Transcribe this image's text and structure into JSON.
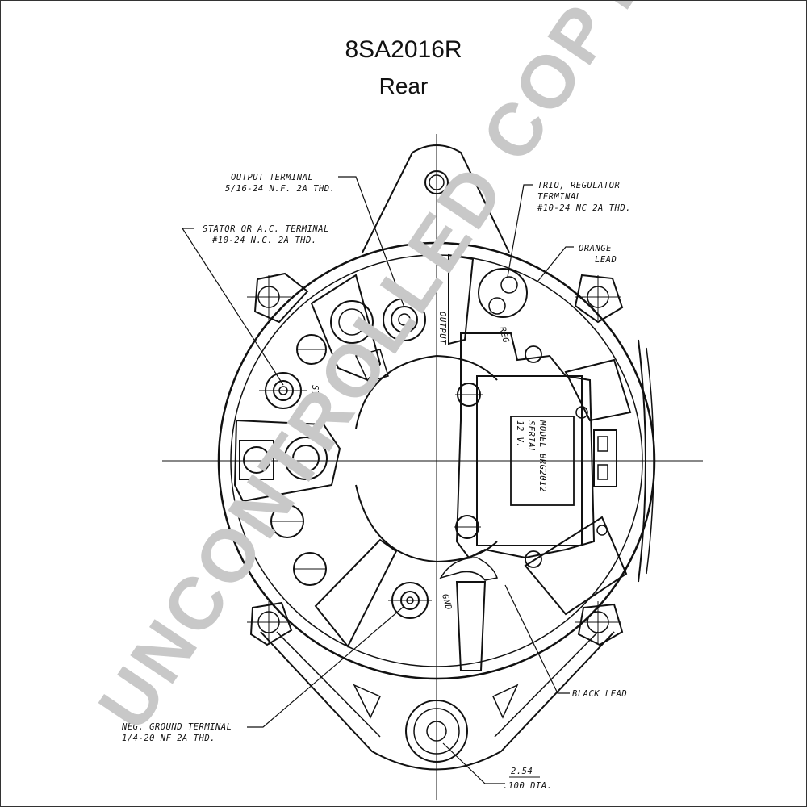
{
  "header": {
    "part_number": "8SA2016R",
    "view": "Rear"
  },
  "callouts": {
    "output_terminal": [
      "OUTPUT TERMINAL",
      "5/16-24 N.F. 2A THD."
    ],
    "stator_terminal": [
      "STATOR OR A.C. TERMINAL",
      "#10-24 N.C. 2A THD."
    ],
    "trio_terminal": [
      "TRIO, REGULATOR",
      "TERMINAL",
      "#10-24 NC 2A THD."
    ],
    "orange_lead": [
      "ORANGE",
      "LEAD"
    ],
    "black_lead": "BLACK LEAD",
    "ground_terminal": [
      "NEG. GROUND TERMINAL",
      "1/4-20 NF 2A THD."
    ],
    "mount_hole": [
      "2.54",
      ".100 DIA."
    ]
  },
  "body_labels": {
    "output": "OUTPUT",
    "sta": "STA",
    "reg": "REG",
    "gnd": "GND"
  },
  "regulator_plate": [
    "MODEL BRG2012",
    "SERIAL",
    "12 V."
  ],
  "watermark": "UNCONTROLLED COPY"
}
